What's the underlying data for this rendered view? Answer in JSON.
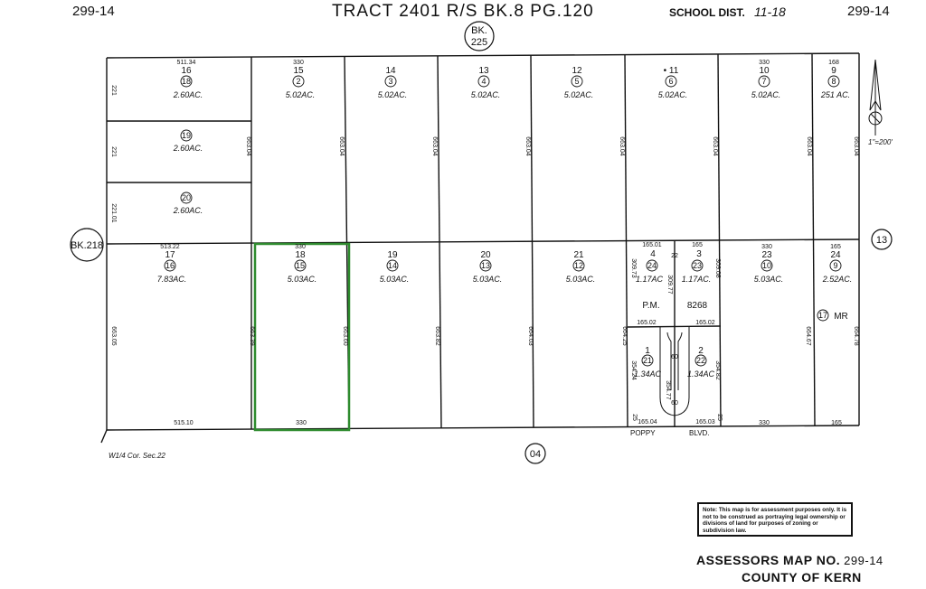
{
  "header": {
    "map_left": "299-14",
    "title": "TRACT 2401 R/S BK.8 PG.120",
    "school_dist_label": "SCHOOL DIST.",
    "school_dist_value": "11-18",
    "map_right": "299-14"
  },
  "book_refs": {
    "top": [
      "BK.",
      "225"
    ],
    "left": "BK.218",
    "right_road": "13",
    "bottom_road": "04"
  },
  "north": {
    "scale": "1\"=200'"
  },
  "top_row": [
    {
      "lot": "16",
      "parcel": "18",
      "acres": "2.60AC.",
      "width": "511.34"
    },
    {
      "lot": "15",
      "parcel": "2",
      "acres": "5.02AC.",
      "width": "330"
    },
    {
      "lot": "14",
      "parcel": "3",
      "acres": "5.02AC.",
      "width": ""
    },
    {
      "lot": "13",
      "parcel": "4",
      "acres": "5.02AC.",
      "width": ""
    },
    {
      "lot": "12",
      "parcel": "5",
      "acres": "5.02AC.",
      "width": ""
    },
    {
      "lot": "• 11",
      "parcel": "6",
      "acres": "5.02AC.",
      "width": ""
    },
    {
      "lot": "10",
      "parcel": "7",
      "acres": "5.02AC.",
      "width": "330"
    },
    {
      "lot": "9",
      "parcel": "8",
      "acres": "251 AC.",
      "width": "168"
    }
  ],
  "left_splits": [
    {
      "parcel": "19",
      "acres": "2.60AC."
    },
    {
      "parcel": "20",
      "acres": "2.60AC."
    }
  ],
  "left_dims": [
    "221",
    "221",
    "221.01"
  ],
  "top_row_depths": [
    "663.04",
    "663.04",
    "663.04",
    "663.04",
    "663.04",
    "663.04",
    "663.04",
    "663.04"
  ],
  "bottom_row": [
    {
      "lot": "17",
      "parcel": "16",
      "acres": "7.83AC.",
      "width": "513.22"
    },
    {
      "lot": "18",
      "parcel": "15",
      "acres": "5.03AC.",
      "width": "330"
    },
    {
      "lot": "19",
      "parcel": "14",
      "acres": "5.03AC.",
      "width": ""
    },
    {
      "lot": "20",
      "parcel": "13",
      "acres": "5.03AC.",
      "width": ""
    },
    {
      "lot": "21",
      "parcel": "12",
      "acres": "5.03AC.",
      "width": ""
    },
    {
      "lot": "23",
      "parcel": "10",
      "acres": "5.03AC.",
      "width": "330"
    },
    {
      "lot": "24",
      "parcel": "9",
      "acres": "2.52AC.",
      "width": "165"
    }
  ],
  "bottom_row_depths": [
    "663.05",
    "663.39",
    "663.60",
    "663.82",
    "664.03",
    "664.25",
    "664.67",
    "664.78"
  ],
  "pm_block": {
    "title": "P.M.",
    "number": "8268",
    "upper": [
      {
        "lot": "4",
        "parcel": "24",
        "acres": "1.17AC"
      },
      {
        "lot": "3",
        "parcel": "23",
        "acres": "1.17AC."
      }
    ],
    "lower": [
      {
        "lot": "1",
        "parcel": "21",
        "acres": "1.34AC"
      },
      {
        "lot": "2",
        "parcel": "22",
        "acres": "1.34AC"
      }
    ],
    "label_22": "22",
    "dims": [
      "165.01",
      "165",
      "165.02",
      "165.02",
      "309.73",
      "309.77",
      "309.08",
      "354.24",
      "354.77",
      "354.82",
      "60",
      "60",
      "165.04",
      "165.03",
      "25",
      "25"
    ]
  },
  "mr_label": "MR",
  "mr_parcel": "17",
  "bottom_dims": [
    "515.10",
    "330",
    "330",
    "165"
  ],
  "road_name": [
    "POPPY",
    "BLVD."
  ],
  "corner_label": "W1/4 Cor. Sec.22",
  "note": "Note: This map is for assessment purposes only. It is not to be construed as portraying legal ownership or divisions of land for purposes of zoning or subdivision law.",
  "footer": {
    "map_no_label": "ASSESSORS MAP NO.",
    "map_no_value": "299-14",
    "county": "COUNTY OF KERN"
  },
  "highlight_color": "#2e8b2e"
}
